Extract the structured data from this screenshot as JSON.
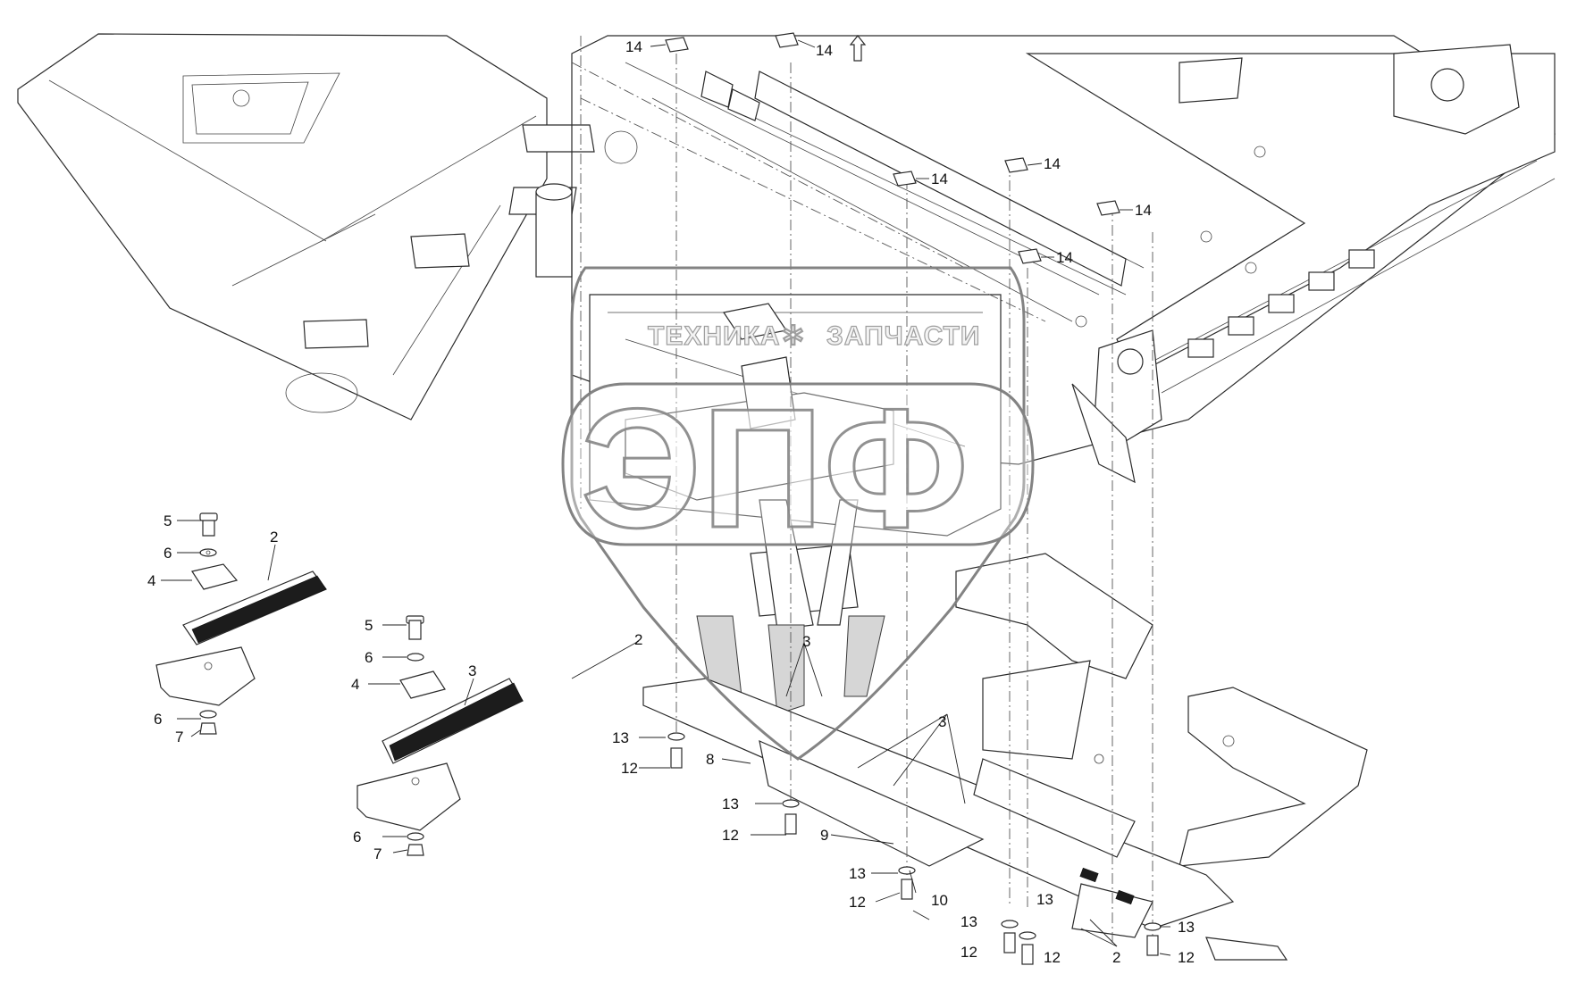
{
  "watermark": {
    "line1": "ТЕХНИКА",
    "line2": "ЗАПЧАСТИ",
    "monogram": "ЭПФ"
  },
  "callouts": [
    {
      "id": "c14a",
      "label": "14"
    },
    {
      "id": "c14b",
      "label": "14"
    },
    {
      "id": "c14c",
      "label": "14"
    },
    {
      "id": "c14d",
      "label": "14"
    },
    {
      "id": "c14e",
      "label": "14"
    },
    {
      "id": "c14f",
      "label": "14"
    },
    {
      "id": "c5a",
      "label": "5"
    },
    {
      "id": "c6a",
      "label": "6"
    },
    {
      "id": "c4a",
      "label": "4"
    },
    {
      "id": "c2a",
      "label": "2"
    },
    {
      "id": "c6b",
      "label": "6"
    },
    {
      "id": "c7a",
      "label": "7"
    },
    {
      "id": "c5b",
      "label": "5"
    },
    {
      "id": "c6c",
      "label": "6"
    },
    {
      "id": "c4b",
      "label": "4"
    },
    {
      "id": "c3a",
      "label": "3"
    },
    {
      "id": "c6d",
      "label": "6"
    },
    {
      "id": "c7b",
      "label": "7"
    },
    {
      "id": "c2b",
      "label": "2"
    },
    {
      "id": "c3b",
      "label": "3"
    },
    {
      "id": "c3c",
      "label": "3"
    },
    {
      "id": "c13a",
      "label": "13"
    },
    {
      "id": "c12a",
      "label": "12"
    },
    {
      "id": "c8",
      "label": "8"
    },
    {
      "id": "c13b",
      "label": "13"
    },
    {
      "id": "c12b",
      "label": "12"
    },
    {
      "id": "c9",
      "label": "9"
    },
    {
      "id": "c13c",
      "label": "13"
    },
    {
      "id": "c12c",
      "label": "12"
    },
    {
      "id": "c10",
      "label": "10"
    },
    {
      "id": "c13d",
      "label": "13"
    },
    {
      "id": "c13e",
      "label": "13"
    },
    {
      "id": "c12d",
      "label": "12"
    },
    {
      "id": "c12e",
      "label": "12"
    },
    {
      "id": "c2c",
      "label": "2"
    },
    {
      "id": "c13f",
      "label": "13"
    },
    {
      "id": "c12f",
      "label": "12"
    }
  ]
}
